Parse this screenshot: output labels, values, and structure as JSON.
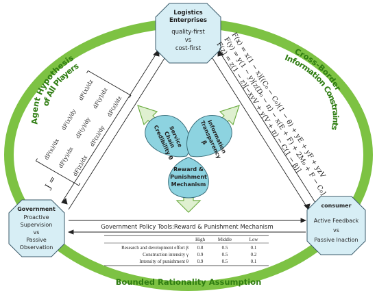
{
  "nodes": {
    "logistics": {
      "title": "Logistics Enterprises",
      "title_l1": "Logistics",
      "title_l2": "Enterprises",
      "strategy_a": "quality-first",
      "vs": "vs",
      "strategy_b": "cost-first"
    },
    "government": {
      "title": "Government",
      "l1": "Proactive",
      "l2": "Supervision",
      "vs": "vs",
      "l3": "Passive",
      "l4": "Observation"
    },
    "consumer": {
      "title": "consumer",
      "l1": "Active Feedback",
      "vs": "vs",
      "l2": "Passive Inaction"
    }
  },
  "arc_labels": {
    "left": "Agent Hypothesis of All Players",
    "left_l1": "Agent Hypothesis",
    "left_l2": "of All Players",
    "right": "Cross-Border Information Constraints",
    "right_l1": "Cross-Border",
    "right_l2": "Information Constraints",
    "bottom": "Bounded Rationality Assumption"
  },
  "petals": {
    "service": [
      "Service",
      "Chain",
      "Credibility θ"
    ],
    "info": [
      "Information",
      "Transparency",
      "β"
    ],
    "reward": [
      "Reward &",
      "Punishment",
      "Mechanism"
    ]
  },
  "policy_title": "Government Policy Tools:Reward & Punishment Mechanism",
  "table": {
    "headers": [
      "",
      "High",
      "Middle",
      "Low"
    ],
    "rows": [
      [
        "Research and development effort β",
        "0.8",
        "0.5",
        "0.1"
      ],
      [
        "Construction intensity γ",
        "0.9",
        "0.5",
        "0.2"
      ],
      [
        "Intensity of punishment θ",
        "0.9",
        "0.5",
        "0.1"
      ]
    ]
  },
  "equations": [
    "F(x) = x(1 − x)[(C₀ − C₀)(1 − θ) + yE + yF + yzV",
    "F(y) = y(1 − y)[z(D₀ − π) − x(E + F) + 2M₀ + F − C₀]",
    "F(z) = z(1 − z)[−xyV + y(V + π) − C(1 − β)]"
  ],
  "jacobian": {
    "label": "J =",
    "cells": [
      [
        "dF(x)/dx",
        "dF(x)/dy",
        "dF(x)/dz"
      ],
      [
        "dF(y)/dx",
        "dF(y)/dy",
        "dF(y)/dz"
      ],
      [
        "dF(z)/dx",
        "dF(z)/dy",
        "dF(z)/dz"
      ]
    ]
  },
  "colors": {
    "ring": "#7dc243",
    "ring_text": "#2f7d12",
    "node_fill": "#d7eef5",
    "node_stroke": "#3a5a6a",
    "petal_fill": "#8dd3e0",
    "arrow_fill": "#dff0d0",
    "arrow_stroke": "#6fae45"
  }
}
